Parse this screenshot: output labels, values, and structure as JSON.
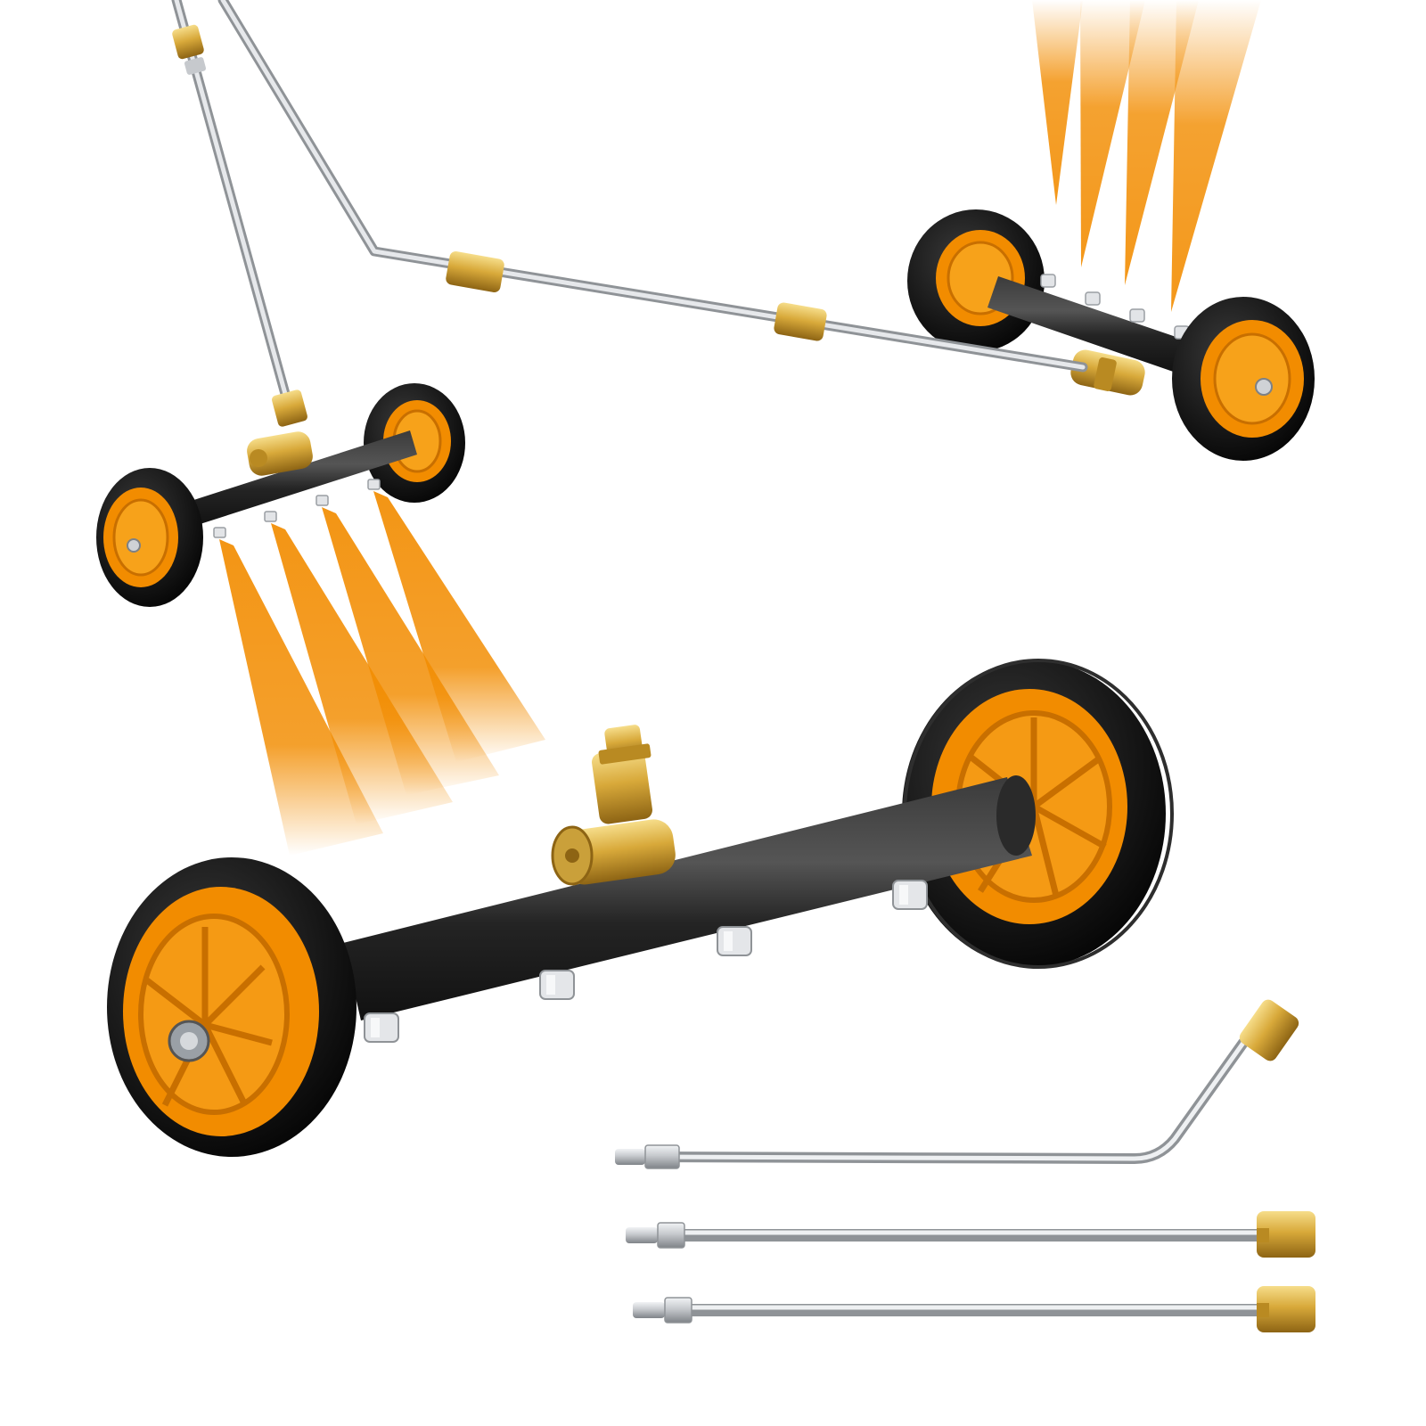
{
  "image": {
    "subject": "",
    "background_color": "#ffffff"
  },
  "colors": {
    "orange": "#f28c00",
    "orange_light": "#f7a21a",
    "tire_black": "#161616",
    "tire_edge": "#2c2c2c",
    "bar_black": "#232323",
    "steel": "#c8cbcf",
    "steel_dark": "#8f9397",
    "steel_light": "#eef0f2",
    "brass": "#d8a93a",
    "brass_dark": "#9a6f18",
    "brass_light": "#f3d37c"
  },
  "items": [
    {
      "name": "main-cleaner",
      "wheel_count": 2,
      "nozzle_count": 4,
      "inlet_type": "swivel-quick-connect"
    },
    {
      "name": "top-left-cleaner",
      "wheel_count": 2,
      "nozzle_count": 4,
      "spray_fans": 4
    },
    {
      "name": "top-right-cleaner",
      "wheel_count": 2,
      "nozzle_count": 4,
      "spray_fans": 4
    },
    {
      "name": "extension-wand-bent",
      "connector_type": "quick-connect"
    },
    {
      "name": "extension-wand-straight",
      "connector_type": "quick-connect"
    },
    {
      "name": "extension-wand-straight",
      "connector_type": "quick-connect"
    }
  ]
}
